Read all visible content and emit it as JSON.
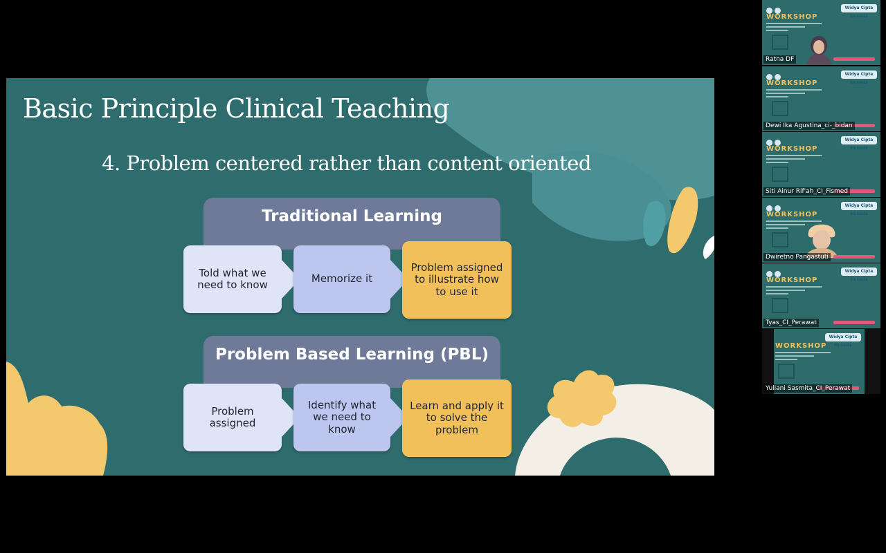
{
  "slide": {
    "title": "Basic Principle Clinical Teaching",
    "subtitle": "4. Problem centered rather than content oriented",
    "blocks": [
      {
        "header": "Traditional Learning",
        "steps": [
          "Told what we need to know",
          "Memorize it",
          "Problem assigned to illustrate how to use it"
        ]
      },
      {
        "header": "Problem Based Learning (PBL)",
        "steps": [
          "Problem assigned",
          "Identify what we need to know",
          "Learn and apply it to solve the problem"
        ]
      }
    ]
  },
  "participants": [
    {
      "name": "Ratna DF",
      "has_video": true
    },
    {
      "name": "Dewi Ika Agustina_ci-_bidan",
      "has_video": false
    },
    {
      "name": "Siti Ainur Rif'ah_CI_Fismed",
      "has_video": false
    },
    {
      "name": "Dwiretno Pangastuti",
      "has_video": true
    },
    {
      "name": "Tyas_CI_Perawat",
      "has_video": false
    },
    {
      "name": "Yuliani Sasmita_CI_Perawat",
      "has_video": false
    }
  ],
  "tile_overlay": {
    "workshop_label": "WORKSHOP",
    "badge_label": "Widya Cipta Husada"
  },
  "colors": {
    "slide_bg": "#2f6c6d",
    "header_bg": "#6f7a98",
    "step_light": "#dfe4f7",
    "step_mid": "#bdc6ee",
    "step_accent": "#f2c05a"
  }
}
